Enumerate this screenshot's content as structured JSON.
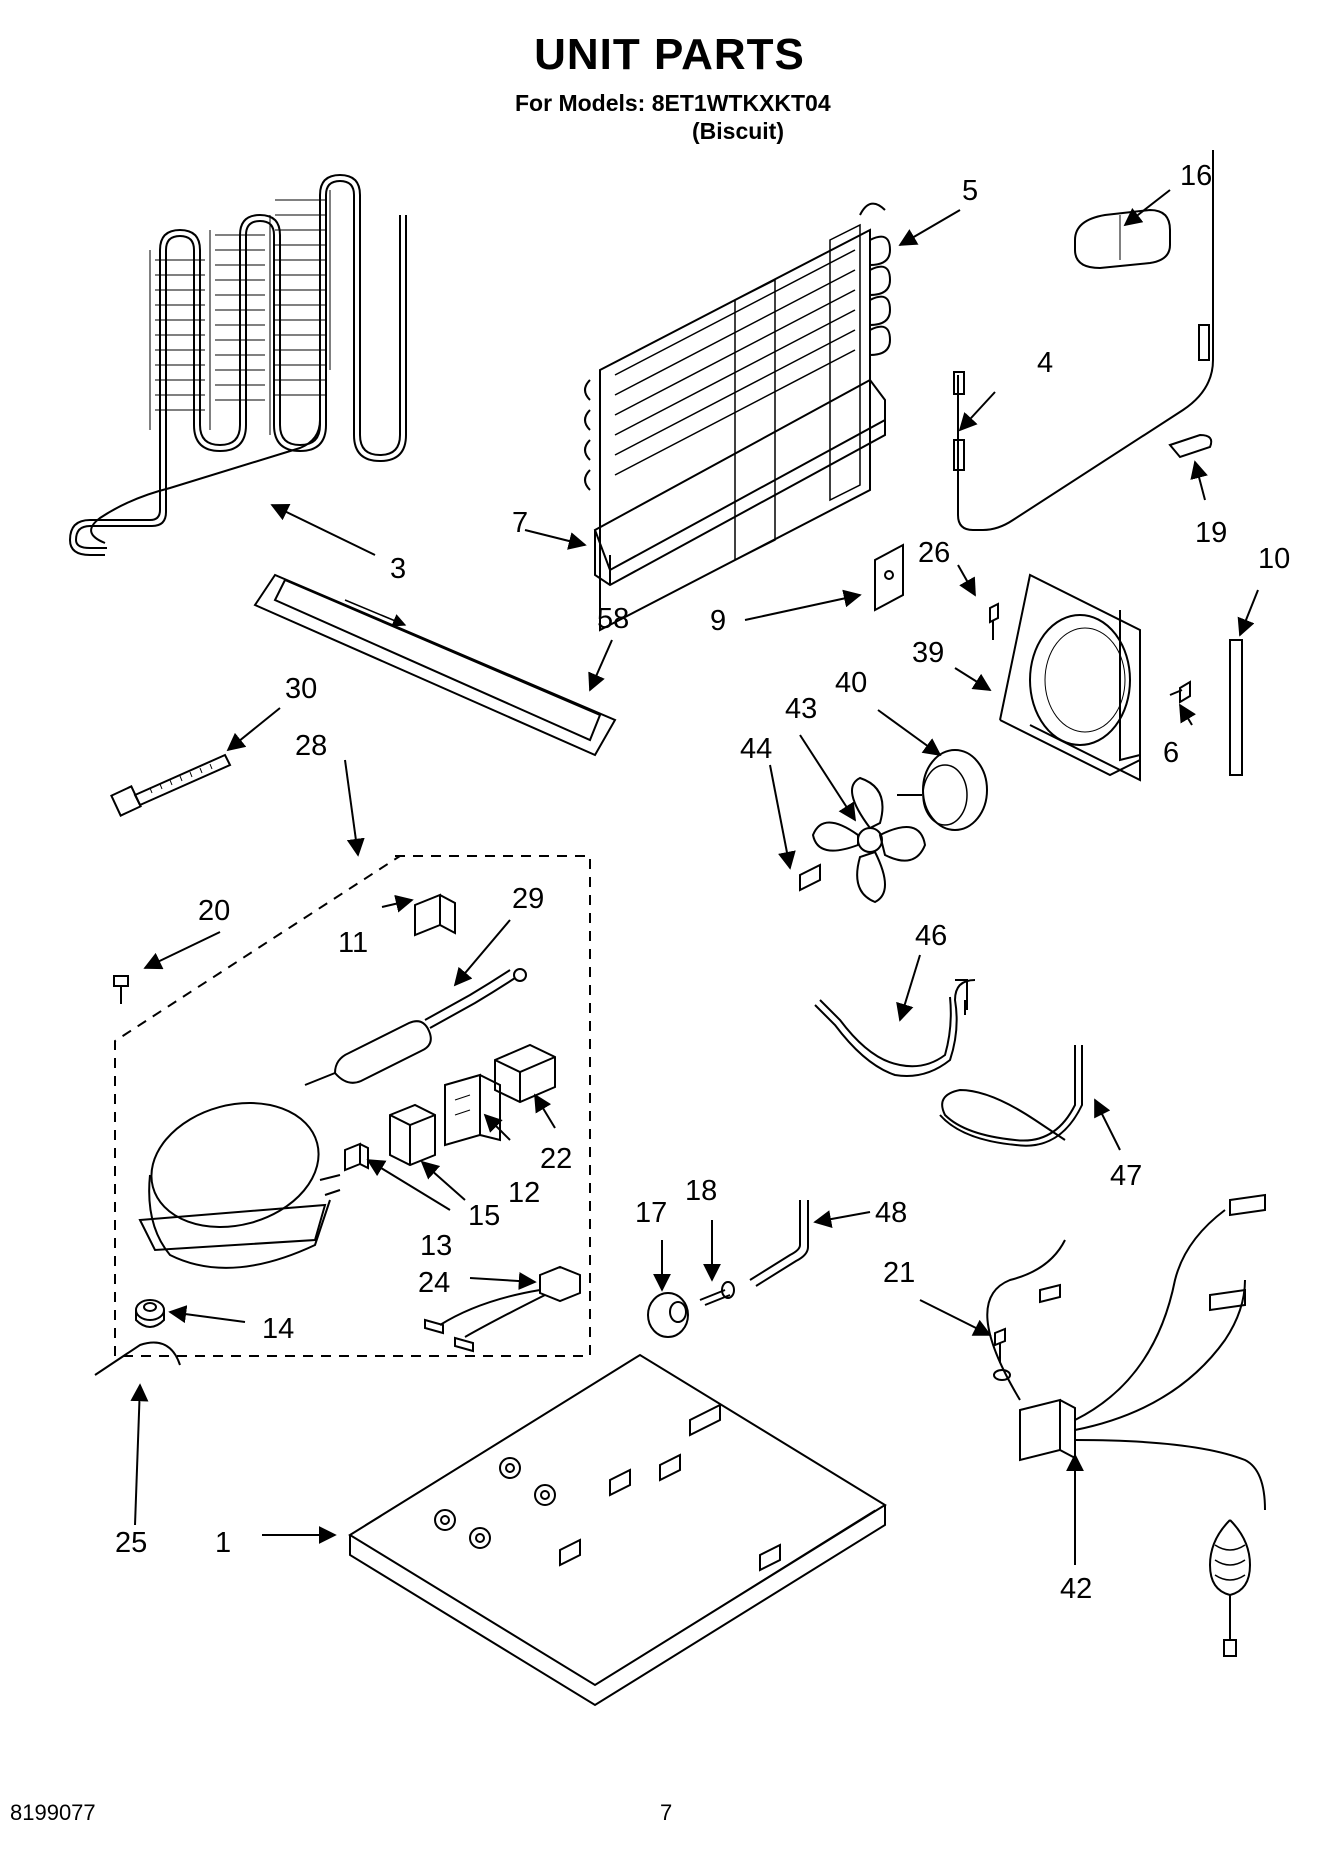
{
  "header": {
    "title": "UNIT PARTS",
    "subtitle": "For Models: 8ET1WTKXKT04",
    "color": "(Biscuit)"
  },
  "footer": {
    "doc_number": "8199077",
    "page_number": "7"
  },
  "callouts": {
    "c1": "1",
    "c3": "3",
    "c4": "4",
    "c5": "5",
    "c6": "6",
    "c7": "7",
    "c9": "9",
    "c10": "10",
    "c11": "11",
    "c12": "12",
    "c13": "13",
    "c14": "14",
    "c15": "15",
    "c16": "16",
    "c17": "17",
    "c18": "18",
    "c19": "19",
    "c20": "20",
    "c21": "21",
    "c22": "22",
    "c24": "24",
    "c25": "25",
    "c26": "26",
    "c28": "28",
    "c29": "29",
    "c30": "30",
    "c39": "39",
    "c40": "40",
    "c42": "42",
    "c43": "43",
    "c44": "44",
    "c46": "46",
    "c47": "47",
    "c48": "48",
    "c58": "58"
  }
}
